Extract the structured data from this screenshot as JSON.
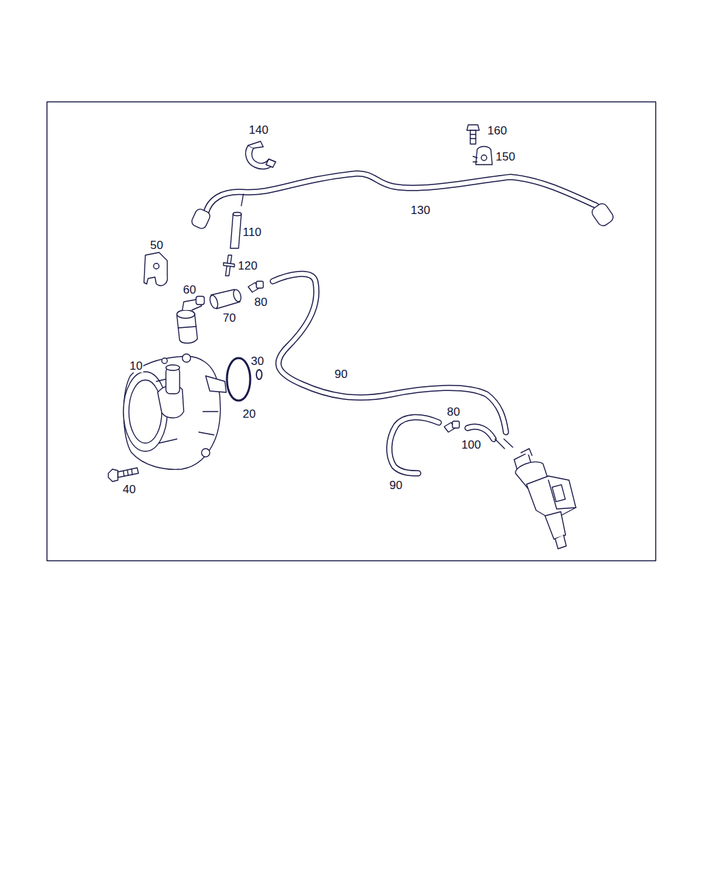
{
  "diagram": {
    "labels": [
      "140",
      "160",
      "150",
      "130",
      "110",
      "50",
      "120",
      "60",
      "80",
      "70",
      "10",
      "30",
      "90",
      "20",
      "80",
      "100",
      "40",
      "90"
    ]
  }
}
